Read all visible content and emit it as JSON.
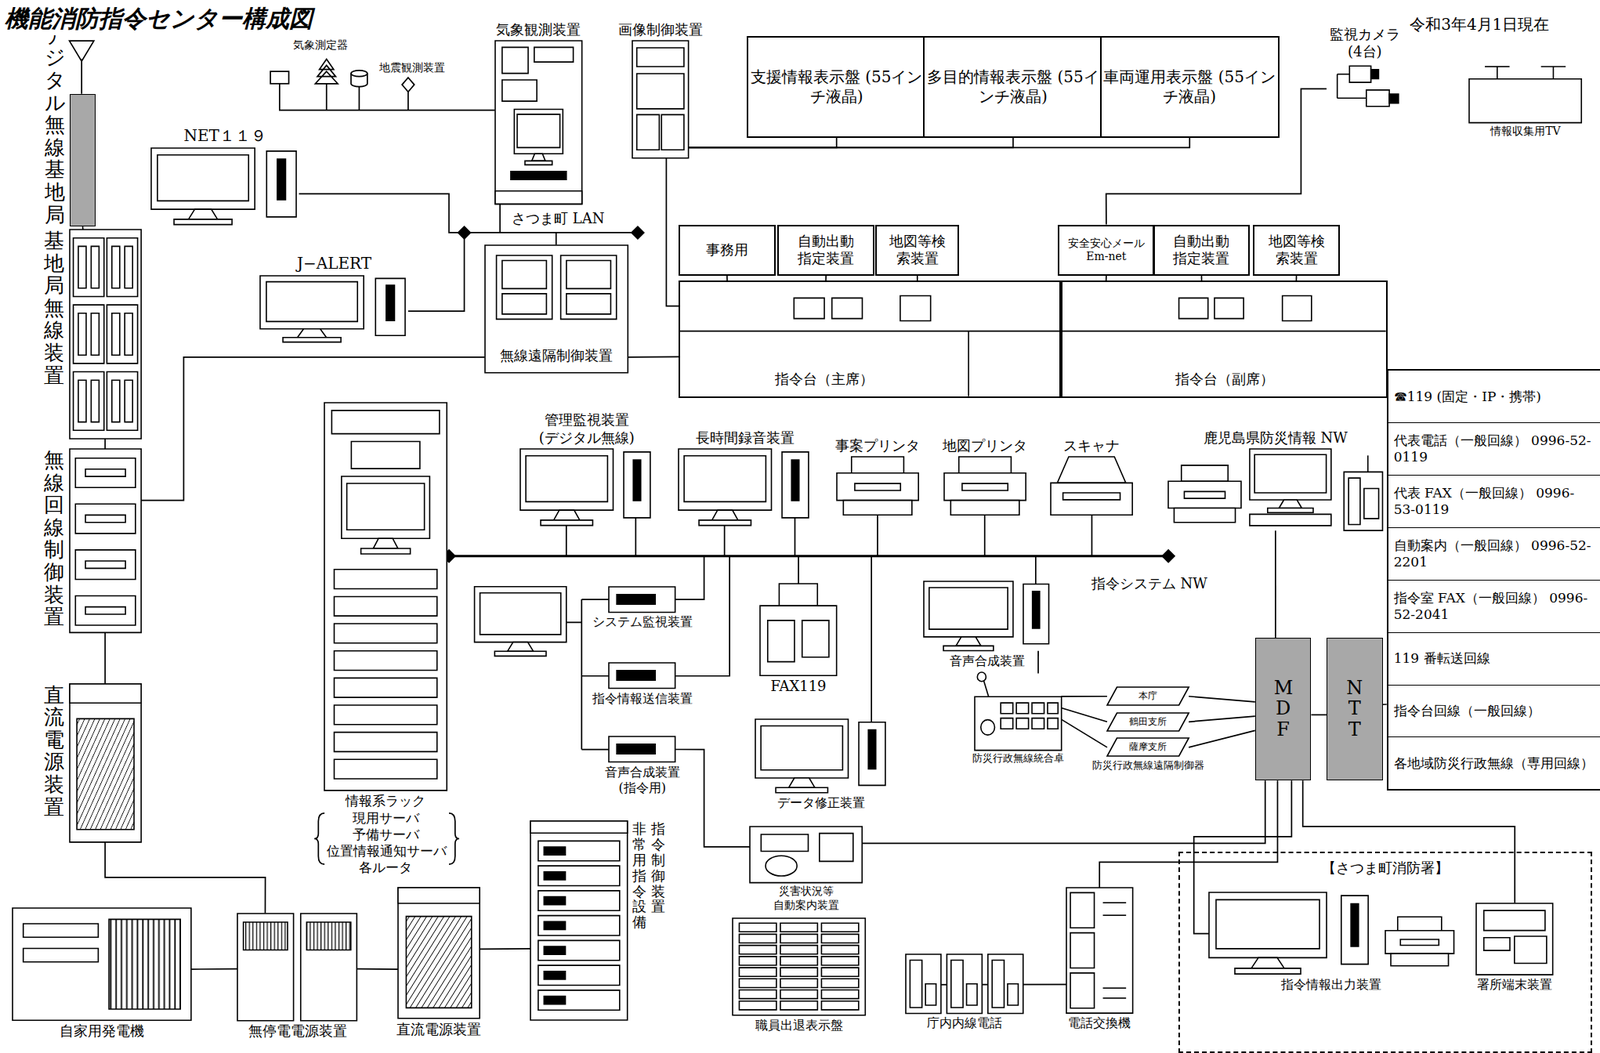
{
  "diagram": {
    "title": "機能消防指令センター構成図",
    "nodes": [
      {
        "text": [
          "デジタル無線基地局"
        ]
      },
      {
        "text": [
          "基地局無線装置"
        ]
      },
      {
        "text": [
          "無線回線制御装置"
        ]
      },
      {
        "text": [
          "直流電源装置"
        ]
      },
      {
        "text": [
          "自家用発電機"
        ]
      },
      {
        "text": [
          "無停電電源装置"
        ]
      },
      {
        "text": [
          "直流電源装置"
        ]
      },
      {
        "text": [
          "指令制御装置",
          "非常用指令設備"
        ]
      },
      {
        "text": [
          "情報系ラック",
          "現用サーバ 予備サーバ 位置情報通知サーバ 各ルータ"
        ]
      },
      {
        "text": [
          "気象観測装置"
        ]
      },
      {
        "text": [
          "画像制御装置"
        ]
      },
      {
        "text": [
          "支援情報表示盤 (55インチ液晶)"
        ]
      },
      {
        "text": [
          "多目的情報表示盤 (55インチ液晶)"
        ]
      },
      {
        "text": [
          "車両運用表示盤 (55インチ液晶)"
        ]
      },
      {
        "text": [
          "監視カメラ (4台)"
        ]
      },
      {
        "text": [
          "情報収集用TV"
        ]
      },
      {
        "text": [
          "NET１１９"
        ]
      },
      {
        "text": [
          "J−ALERT"
        ]
      },
      {
        "text": [
          "無線遠隔制御装置"
        ]
      },
      {
        "text": [
          "事務用"
        ]
      },
      {
        "text": [
          "自動出動指定装置"
        ]
      },
      {
        "text": [
          "地図等検索装置"
        ]
      },
      {
        "text": [
          "指令台（主席）"
        ]
      },
      {
        "text": [
          "安全安心メール Em-net"
        ]
      },
      {
        "text": [
          "自動出動指定装置"
        ]
      },
      {
        "text": [
          "地図等検索装置"
        ]
      },
      {
        "text": [
          "指令台（副席）"
        ]
      },
      {
        "text": [
          "管理監視装置 (デジタル無線)"
        ]
      },
      {
        "text": [
          "長時間録音装置"
        ]
      },
      {
        "text": [
          "事案プリンタ"
        ]
      },
      {
        "text": [
          "地図プリンタ"
        ]
      },
      {
        "text": [
          "スキャナ"
        ]
      },
      {
        "text": [
          "鹿児島県防災情報 NW"
        ]
      },
      {
        "text": [
          "☎119 (固定・IP・携帯)",
          "代表電話（一般回線） 0996-52-0119",
          "代表 FAX（一般回線） 0996-53-0119",
          "自動案内（一般回線） 0996-52-2201",
          "指令室 FAX（一般回線） 0996-52-2041",
          "119 番転送回線",
          "指令台回線（一般回線）",
          "各地域防災行政無線（専用回線）"
        ]
      },
      {
        "text": [
          "MDF"
        ]
      },
      {
        "text": [
          "NTT"
        ]
      },
      {
        "text": [
          "システム監視装置"
        ]
      },
      {
        "text": [
          "指令情報送信装置"
        ]
      },
      {
        "text": [
          "音声合成装置 (指令用)"
        ]
      },
      {
        "text": [
          "FAX119"
        ]
      },
      {
        "text": [
          "データ修正装置"
        ]
      },
      {
        "text": [
          "音声合成装置"
        ]
      },
      {
        "text": [
          "防災行政無線統合卓"
        ]
      },
      {
        "text": [
          "防災行政無線遠隔制御器"
        ]
      },
      {
        "text": [
          "本庁"
        ],
        "in": 43
      },
      {
        "text": [
          "鶴田支所"
        ],
        "in": 43
      },
      {
        "text": [
          "薩摩支所"
        ],
        "in": 43
      },
      {
        "text": [
          "災害状況等 自動案内装置"
        ]
      },
      {
        "text": [
          "職員出退表示盤"
        ]
      },
      {
        "text": [
          "庁内内線電話"
        ]
      },
      {
        "text": [
          "電話交換機"
        ]
      },
      {
        "text": [
          "【さつま町消防署】"
        ]
      },
      {
        "text": [
          "指令情報出力装置"
        ],
        "in": 51
      },
      {
        "text": [
          "署所端末装置"
        ],
        "in": 51
      }
    ],
    "edges": [
      {
        "from": 0,
        "to": 1,
        "arrow": "none"
      },
      {
        "from": 1,
        "to": 2,
        "arrow": "none"
      },
      {
        "from": 2,
        "to": 3,
        "arrow": "none"
      },
      {
        "from": 3,
        "to": 5,
        "arrow": "none"
      },
      {
        "from": 4,
        "to": 5,
        "arrow": "none"
      },
      {
        "from": 5,
        "to": 6,
        "arrow": "none"
      },
      {
        "from": 6,
        "to": 7,
        "arrow": "none"
      },
      {
        "from": 2,
        "to": 18,
        "arrow": "none"
      },
      {
        "from": 18,
        "to": 22,
        "arrow": "none"
      },
      {
        "from": 10,
        "to": 11,
        "arrow": "none"
      },
      {
        "from": 10,
        "to": 12,
        "arrow": "none"
      },
      {
        "from": 10,
        "to": 13,
        "arrow": "none"
      },
      {
        "from": 10,
        "to": 22,
        "arrow": "none"
      },
      {
        "from": 14,
        "to": 23,
        "arrow": "none"
      },
      {
        "from": 19,
        "to": 22,
        "arrow": "none"
      },
      {
        "from": 20,
        "to": 22,
        "arrow": "none"
      },
      {
        "from": 21,
        "to": 22,
        "arrow": "none"
      },
      {
        "from": 23,
        "to": 26,
        "arrow": "none"
      },
      {
        "from": 24,
        "to": 26,
        "arrow": "none"
      },
      {
        "from": 25,
        "to": 26,
        "arrow": "none"
      },
      {
        "from": 32,
        "to": 34,
        "arrow": "none"
      },
      {
        "from": 34,
        "to": 35,
        "arrow": "none"
      },
      {
        "from": 35,
        "to": 33,
        "arrow": "none"
      },
      {
        "from": 42,
        "to": 44,
        "arrow": "none"
      },
      {
        "from": 42,
        "to": 45,
        "arrow": "none"
      },
      {
        "from": 42,
        "to": 46,
        "arrow": "none"
      },
      {
        "from": 44,
        "to": 34,
        "arrow": "none"
      },
      {
        "from": 45,
        "to": 34,
        "arrow": "none"
      },
      {
        "from": 46,
        "to": 34,
        "arrow": "none"
      },
      {
        "from": 41,
        "to": 42,
        "arrow": "none"
      },
      {
        "from": 38,
        "to": 47,
        "arrow": "none"
      },
      {
        "from": 47,
        "to": 34,
        "arrow": "none"
      },
      {
        "from": 34,
        "to": 50,
        "arrow": "none"
      },
      {
        "from": 50,
        "to": 49,
        "arrow": "none"
      },
      {
        "from": 34,
        "to": 52,
        "arrow": "none"
      },
      {
        "from": 34,
        "to": 53,
        "arrow": "none"
      }
    ],
    "labels": [
      "令和3年4月1日現在",
      "さつま町 LAN",
      "指令システム NW",
      "気象測定器",
      "地震観測装置"
    ]
  }
}
